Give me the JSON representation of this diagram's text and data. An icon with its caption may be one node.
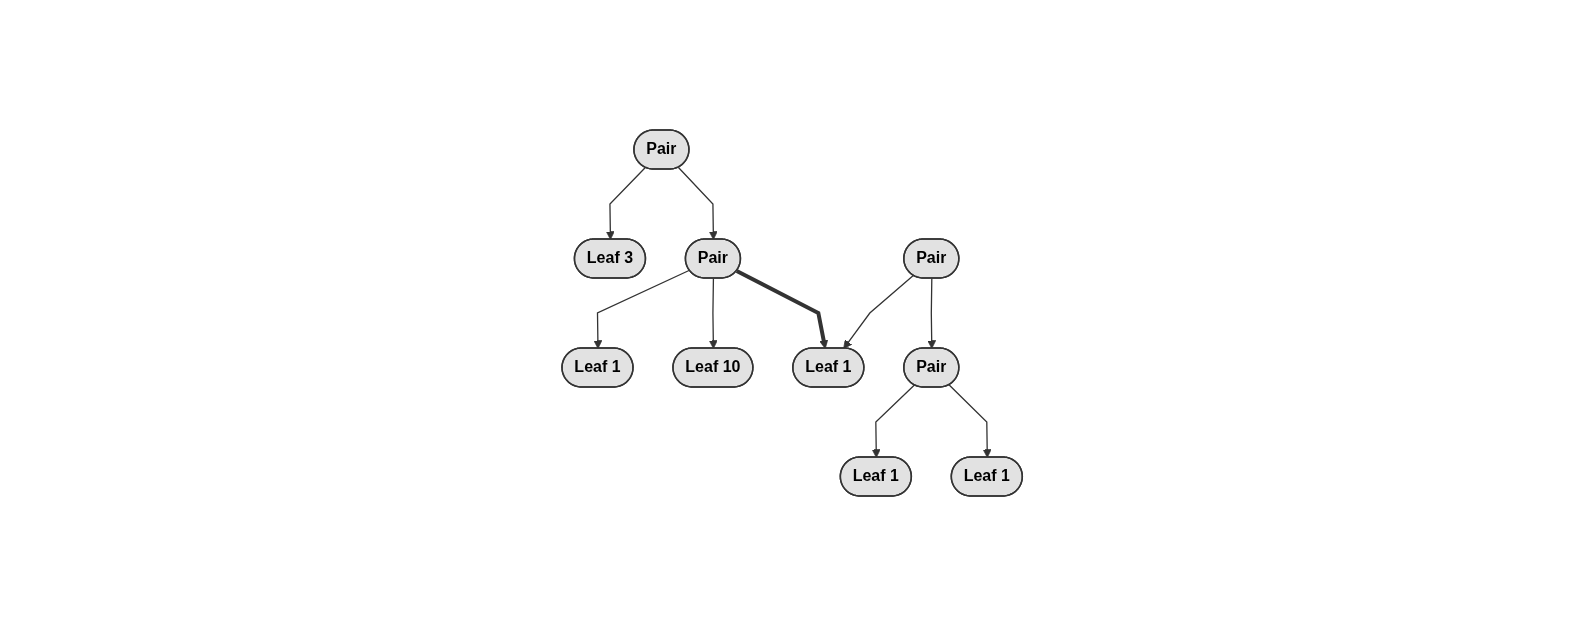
{
  "diagram": {
    "nodes": [
      {
        "text": [
          "Pair"
        ]
      },
      {
        "text": [
          "Leaf 3"
        ]
      },
      {
        "text": [
          "Pair"
        ]
      },
      {
        "text": [
          "Leaf 1"
        ]
      },
      {
        "text": [
          "Leaf 10"
        ]
      },
      {
        "text": [
          "Pair"
        ]
      },
      {
        "text": [
          "Leaf 1"
        ]
      },
      {
        "text": [
          "Pair"
        ]
      },
      {
        "text": [
          "Leaf 1"
        ]
      },
      {
        "text": [
          "Leaf 1"
        ]
      }
    ],
    "edges": [
      {
        "from": 0,
        "to": 1,
        "arrow": "to"
      },
      {
        "from": 0,
        "to": 2,
        "arrow": "to"
      },
      {
        "from": 2,
        "to": 3,
        "arrow": "to"
      },
      {
        "from": 2,
        "to": 4,
        "arrow": "to"
      },
      {
        "from": 2,
        "to": 6,
        "arrow": "to",
        "style": "thick"
      },
      {
        "from": 5,
        "to": 6,
        "arrow": "to"
      },
      {
        "from": 5,
        "to": 7,
        "arrow": "to"
      },
      {
        "from": 7,
        "to": 8,
        "arrow": "to"
      },
      {
        "from": 7,
        "to": 9,
        "arrow": "to"
      }
    ]
  }
}
